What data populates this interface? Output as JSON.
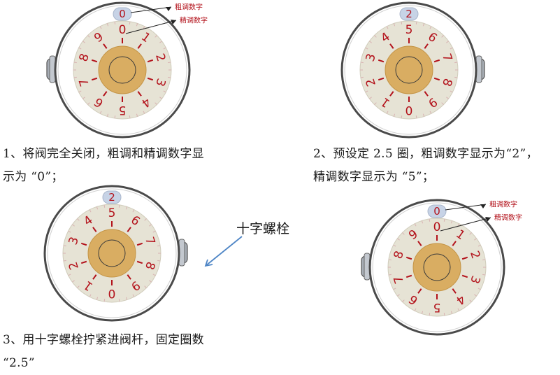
{
  "panels": [
    {
      "id": "p1",
      "coarse_digit": "0",
      "callout_coarse": "粗调数字",
      "callout_fine": "精调数字",
      "knob_side": "left",
      "caption_lines": [
        "1、将阀完全关闭，粗调和精调数字显",
        "示为 “0”；"
      ]
    },
    {
      "id": "p2",
      "coarse_digit": "2",
      "knob_side": "right",
      "caption_lines": [
        "2、预设定 2.5 圈，粗调数字显示为“2”，",
        "精调数字显示为 “5”；"
      ]
    },
    {
      "id": "p3",
      "coarse_digit": "2",
      "knob_side": "right",
      "caption_lines": [
        "3、用十字螺栓拧紧进阀杆，固定圈数",
        " “2.5”"
      ]
    },
    {
      "id": "p4",
      "coarse_digit": "0",
      "callout_coarse": "粗调数字",
      "callout_fine": "精调数字",
      "knob_side": "left"
    }
  ],
  "bolt_label": "十字螺栓",
  "fine_digits": [
    "0",
    "1",
    "2",
    "3",
    "4",
    "5",
    "6",
    "7",
    "8",
    "9"
  ],
  "colors": {
    "digit": "#b3121b",
    "tick": "#b3121b",
    "ring_outer": "#4a4a4a",
    "face": "#e6e3d5",
    "hub": "#d9ad62",
    "coarse_window": "#c7d3e6",
    "callout_text": "#b3121b",
    "arrow": "#4f86c6"
  }
}
